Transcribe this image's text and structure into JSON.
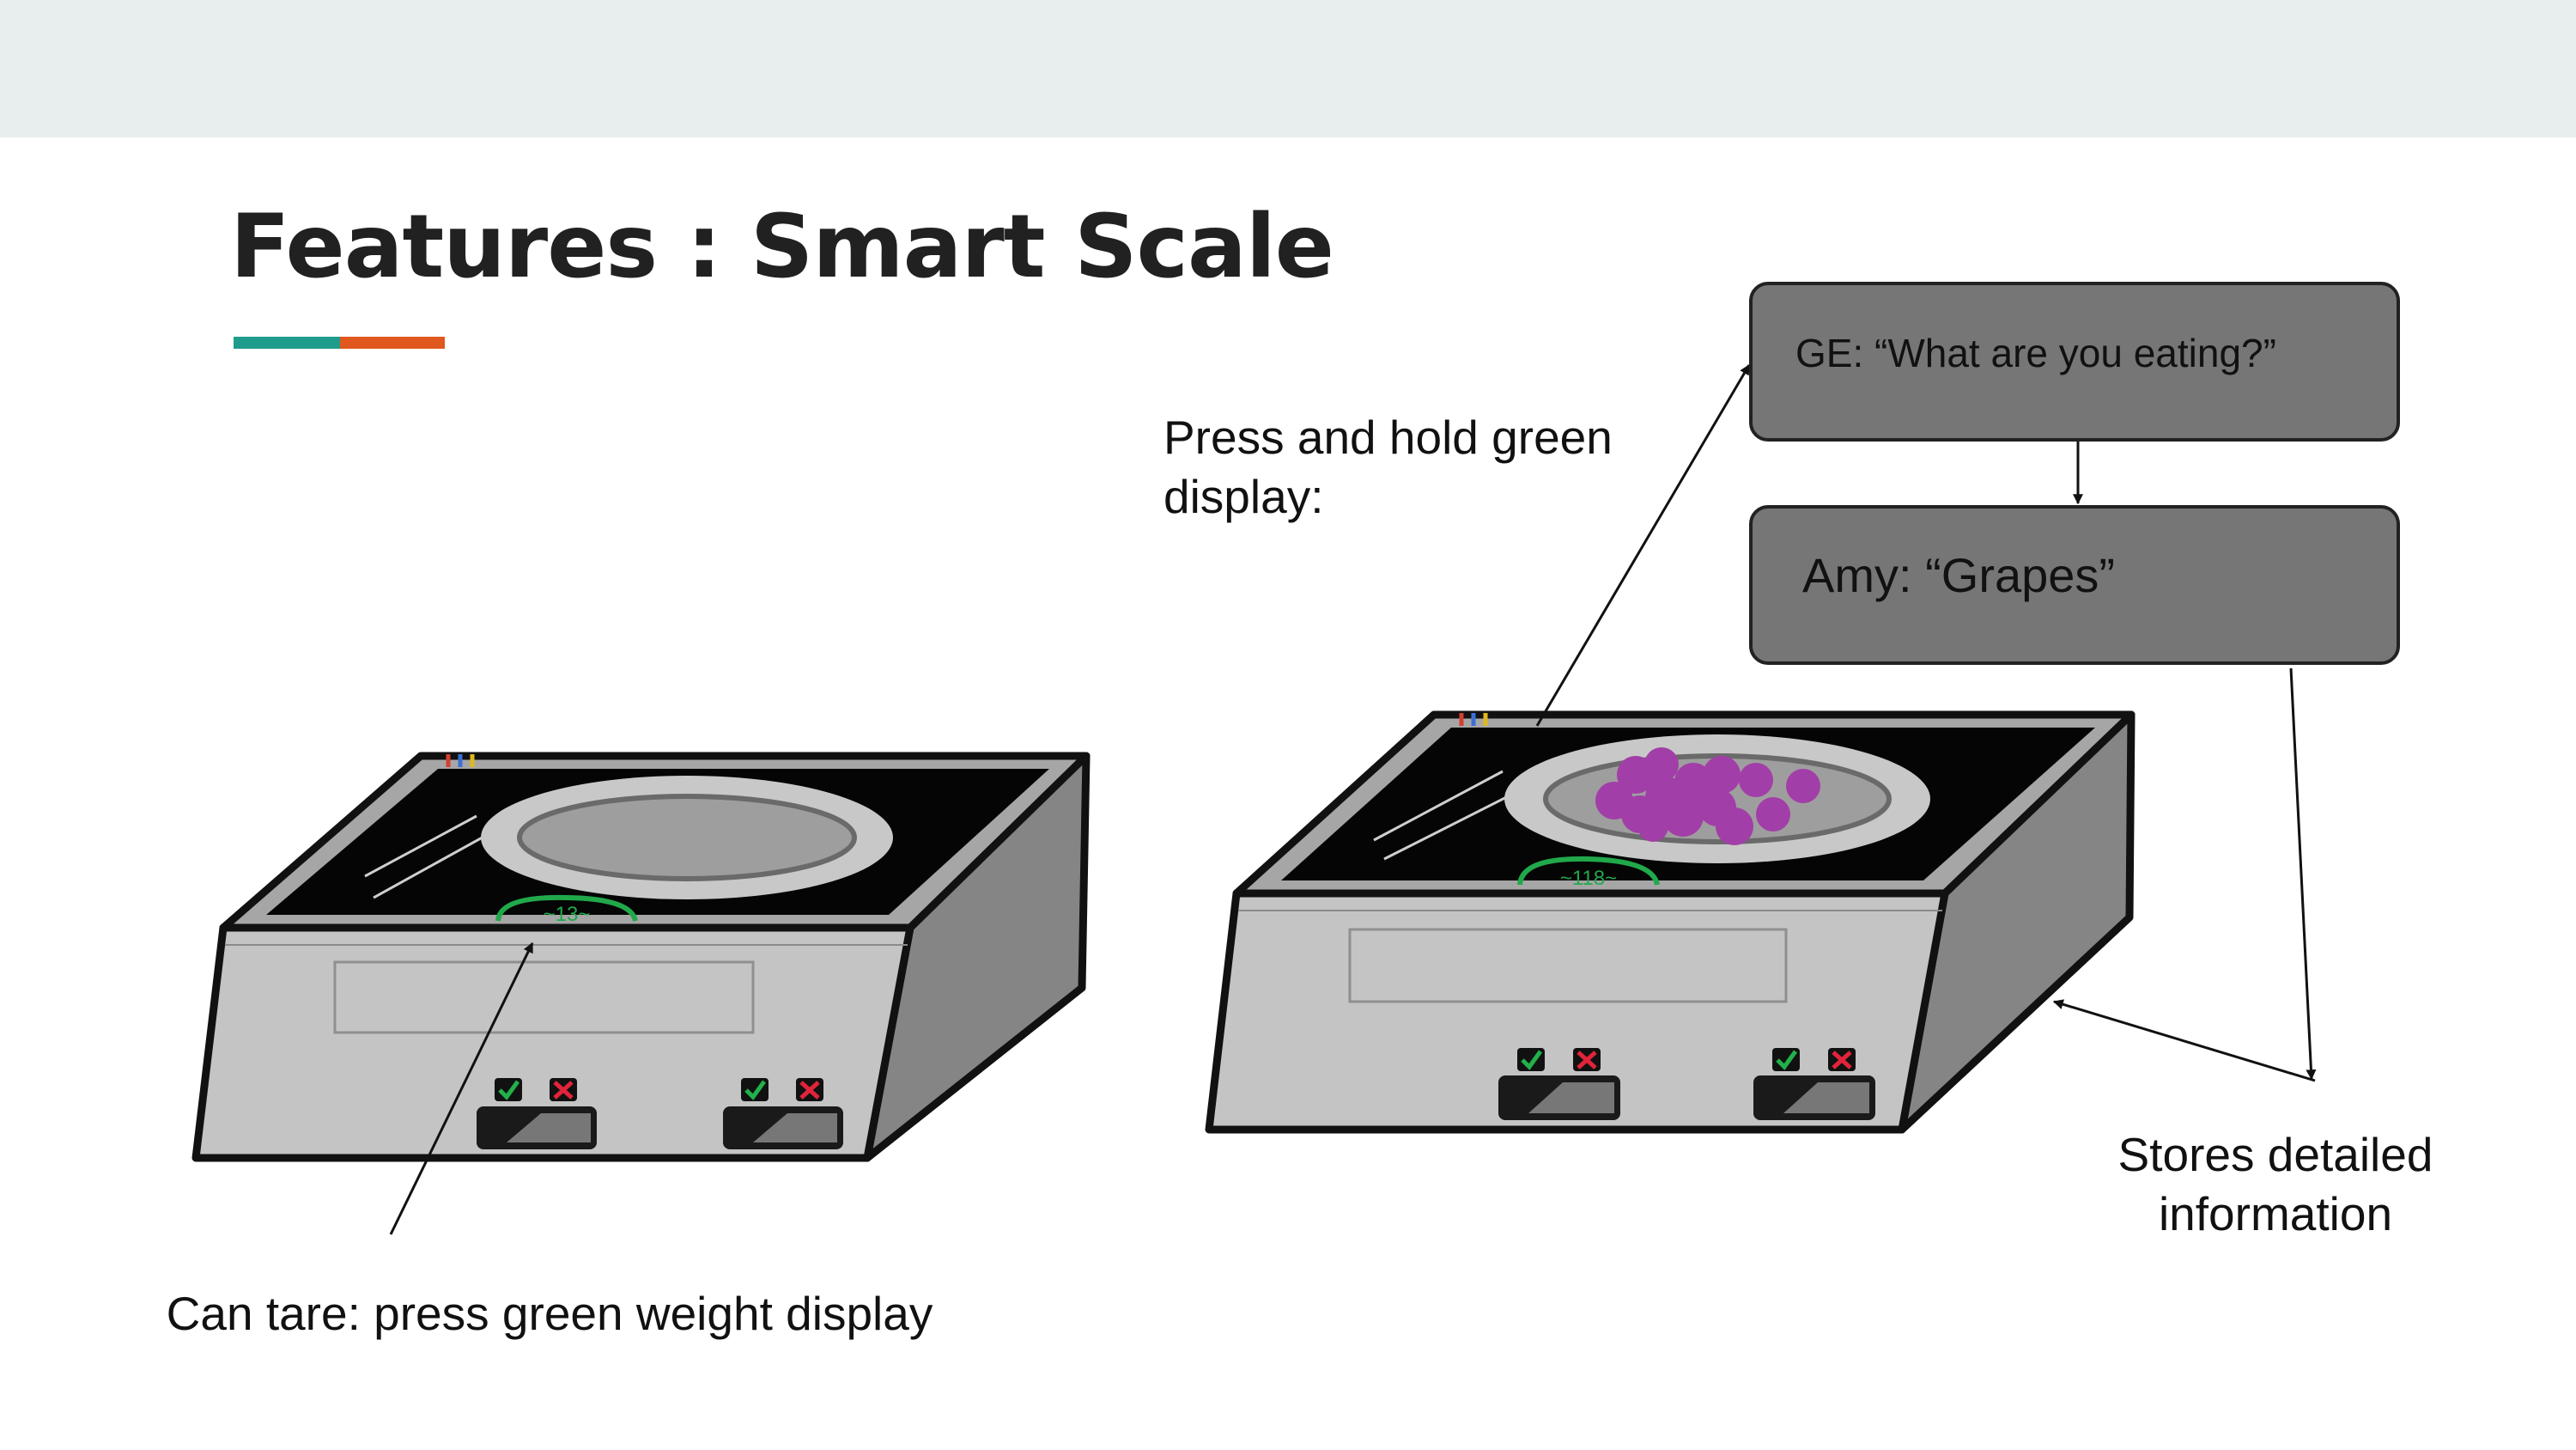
{
  "title": "Features : Smart Scale",
  "colors": {
    "band": "#e8eded",
    "accent_teal": "#1f9c8c",
    "accent_orange": "#e0581d",
    "bubble": "#767676",
    "grapes": "#a23ea8",
    "display_green": "#21a84a"
  },
  "captions": {
    "tare": "Can tare: press green weight display",
    "press_hold": "Press and hold green display:",
    "stores": "Stores detailed information"
  },
  "dialog": {
    "question": "GE: “What are you eating?”",
    "answer": "Amy: “Grapes”"
  },
  "icons": [
    "check-icon",
    "cross-icon",
    "grapes-icon"
  ]
}
